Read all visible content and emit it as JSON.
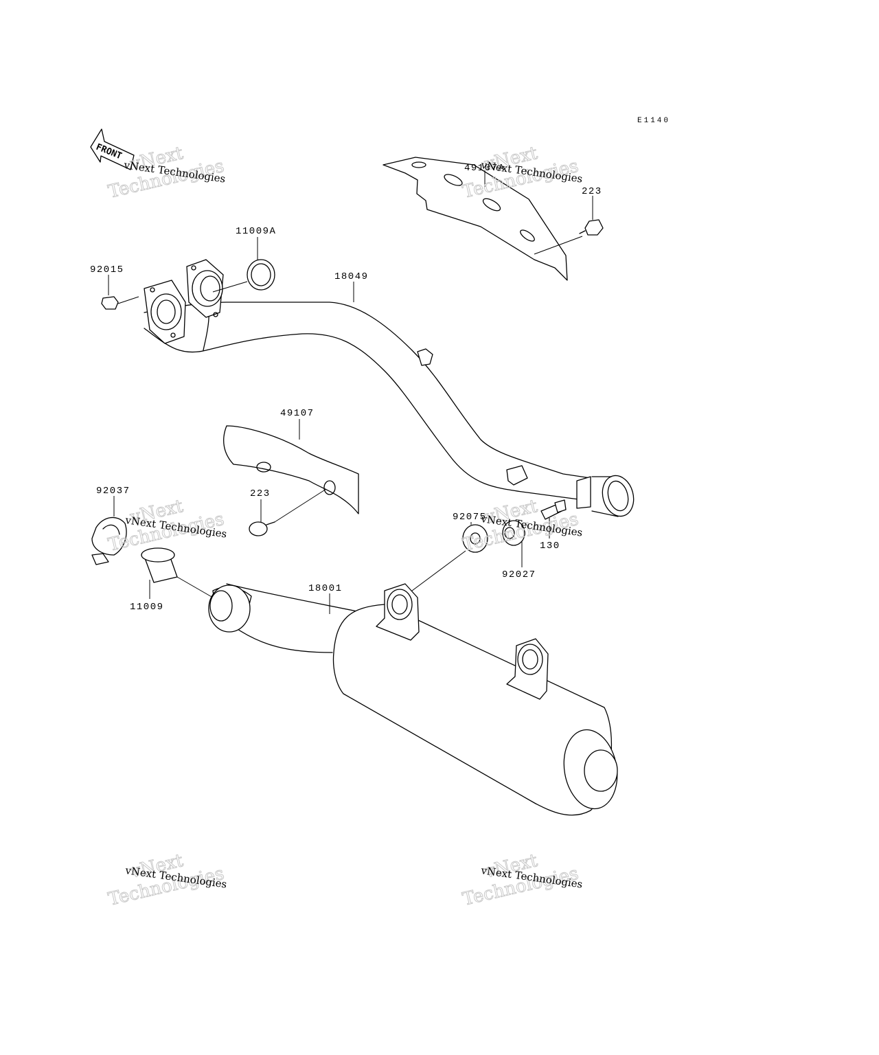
{
  "diagram": {
    "code": "E1140",
    "front_label": "FRONT",
    "parts": {
      "p49107A": "49107A",
      "p223_top": "223",
      "p11009A": "11009A",
      "p92015": "92015",
      "p18049": "18049",
      "p49107": "49107",
      "p223_mid": "223",
      "p92037": "92037",
      "p92075": "92075",
      "p130": "130",
      "p92027": "92027",
      "p11009": "11009",
      "p18001": "18001"
    }
  },
  "watermark": {
    "line1": "vNext Technologies",
    "outline_word1": "vNext",
    "outline_word2": "Technologies"
  }
}
